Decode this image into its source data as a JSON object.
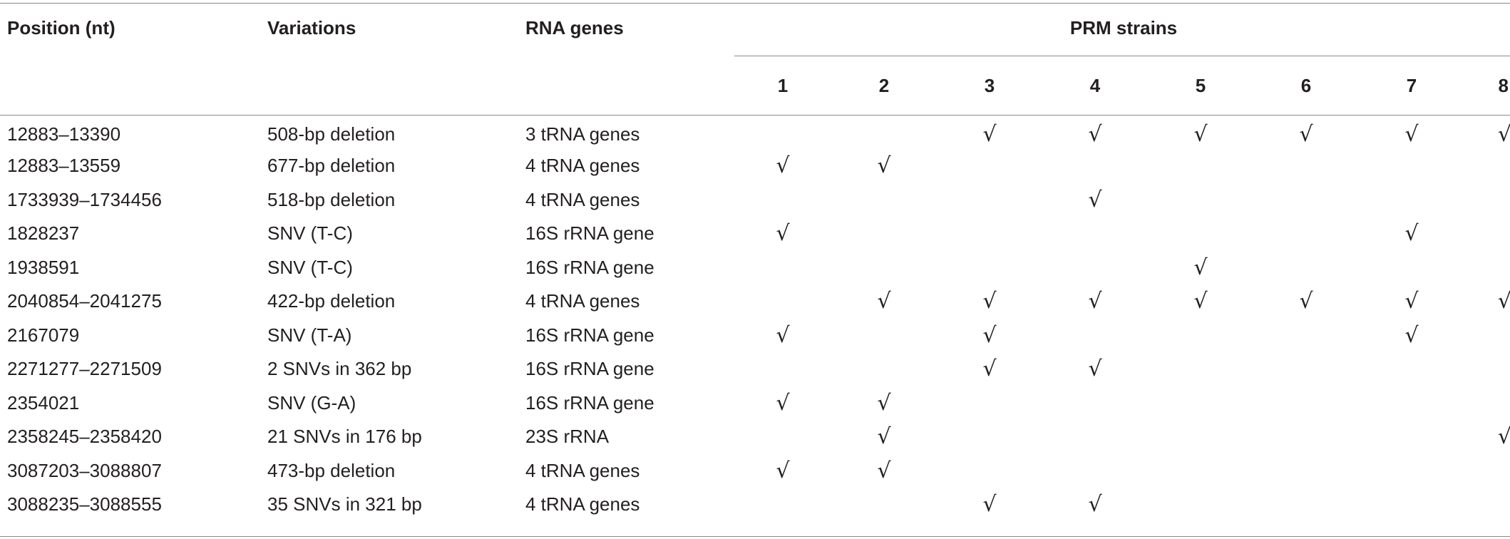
{
  "table": {
    "headers": {
      "position": "Position (nt)",
      "variations": "Variations",
      "rna_genes": "RNA genes",
      "strain_group": "PRM strains",
      "strains": [
        "1",
        "2",
        "3",
        "4",
        "5",
        "6",
        "7",
        "8"
      ]
    },
    "check_mark": "√",
    "rows": [
      {
        "position": "12883–13390",
        "variation": "508-bp deletion",
        "rna_gene": "3 tRNA genes",
        "strains": [
          false,
          false,
          true,
          true,
          true,
          true,
          true,
          true
        ]
      },
      {
        "position": "12883–13559",
        "variation": "677-bp deletion",
        "rna_gene": "4 tRNA genes",
        "strains": [
          true,
          true,
          false,
          false,
          false,
          false,
          false,
          false
        ]
      },
      {
        "position": "1733939–1734456",
        "variation": "518-bp deletion",
        "rna_gene": "4 tRNA genes",
        "strains": [
          false,
          false,
          false,
          true,
          false,
          false,
          false,
          false
        ]
      },
      {
        "position": "1828237",
        "variation": "SNV (T-C)",
        "rna_gene": "16S rRNA gene",
        "strains": [
          true,
          false,
          false,
          false,
          false,
          false,
          true,
          false
        ]
      },
      {
        "position": "1938591",
        "variation": "SNV (T-C)",
        "rna_gene": "16S rRNA gene",
        "strains": [
          false,
          false,
          false,
          false,
          true,
          false,
          false,
          false
        ]
      },
      {
        "position": "2040854–2041275",
        "variation": "422-bp deletion",
        "rna_gene": "4 tRNA genes",
        "strains": [
          false,
          true,
          true,
          true,
          true,
          true,
          true,
          true
        ]
      },
      {
        "position": "2167079",
        "variation": "SNV (T-A)",
        "rna_gene": "16S rRNA gene",
        "strains": [
          true,
          false,
          true,
          false,
          false,
          false,
          true,
          false
        ]
      },
      {
        "position": "2271277–2271509",
        "variation": "2 SNVs in 362 bp",
        "rna_gene": "16S rRNA gene",
        "strains": [
          false,
          false,
          true,
          true,
          false,
          false,
          false,
          false
        ]
      },
      {
        "position": "2354021",
        "variation": "SNV (G-A)",
        "rna_gene": "16S rRNA gene",
        "strains": [
          true,
          true,
          false,
          false,
          false,
          false,
          false,
          false
        ]
      },
      {
        "position": "2358245–2358420",
        "variation": "21 SNVs in 176 bp",
        "rna_gene": "23S rRNA",
        "strains": [
          false,
          true,
          false,
          false,
          false,
          false,
          false,
          true
        ]
      },
      {
        "position": "3087203–3088807",
        "variation": "473-bp deletion",
        "rna_gene": "4 tRNA genes",
        "strains": [
          true,
          true,
          false,
          false,
          false,
          false,
          false,
          false
        ]
      },
      {
        "position": "3088235–3088555",
        "variation": "35 SNVs in 321 bp",
        "rna_gene": "4 tRNA genes",
        "strains": [
          false,
          false,
          true,
          true,
          false,
          false,
          false,
          false
        ]
      }
    ]
  }
}
